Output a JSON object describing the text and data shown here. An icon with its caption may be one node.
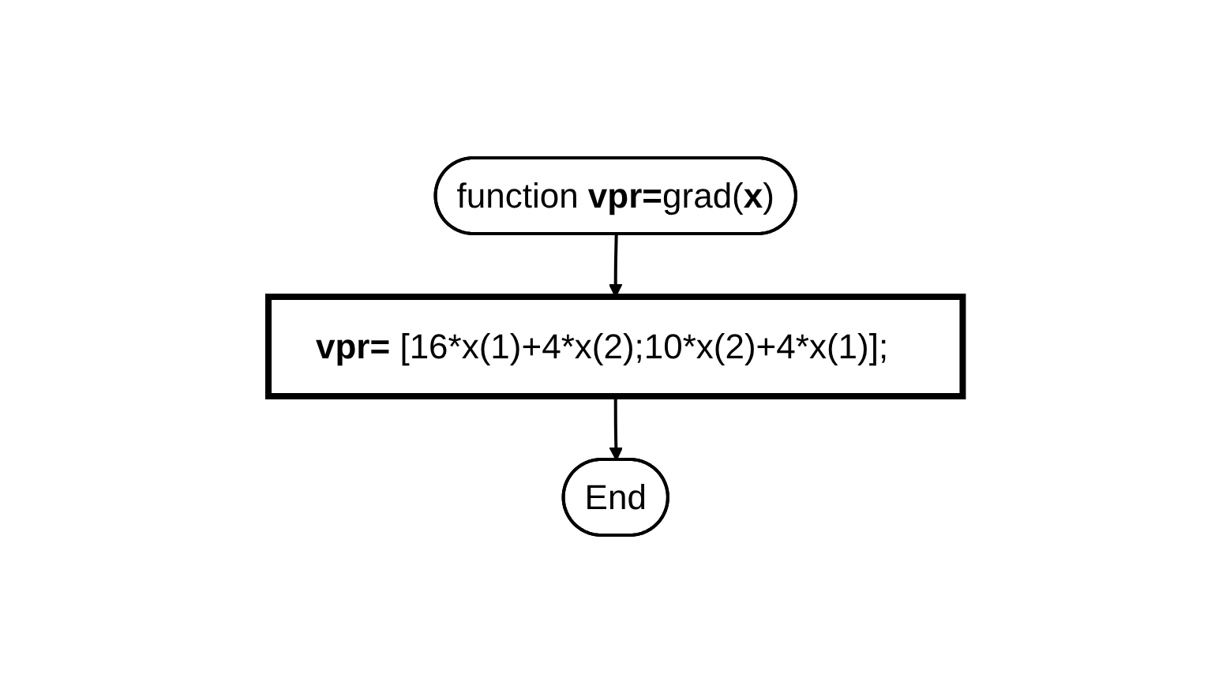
{
  "diagram": {
    "nodes": [
      {
        "text": [
          "function **vpr=**grad(**x**)"
        ]
      },
      {
        "text": [
          "**vpr=** [16*x(1)+4*x(2);10*x(2)+4*x(1)];"
        ]
      },
      {
        "text": [
          "End"
        ]
      }
    ],
    "edges": [
      {
        "from": 0,
        "to": 1,
        "arrow": "to"
      },
      {
        "from": 1,
        "to": 2,
        "arrow": "to"
      }
    ]
  }
}
